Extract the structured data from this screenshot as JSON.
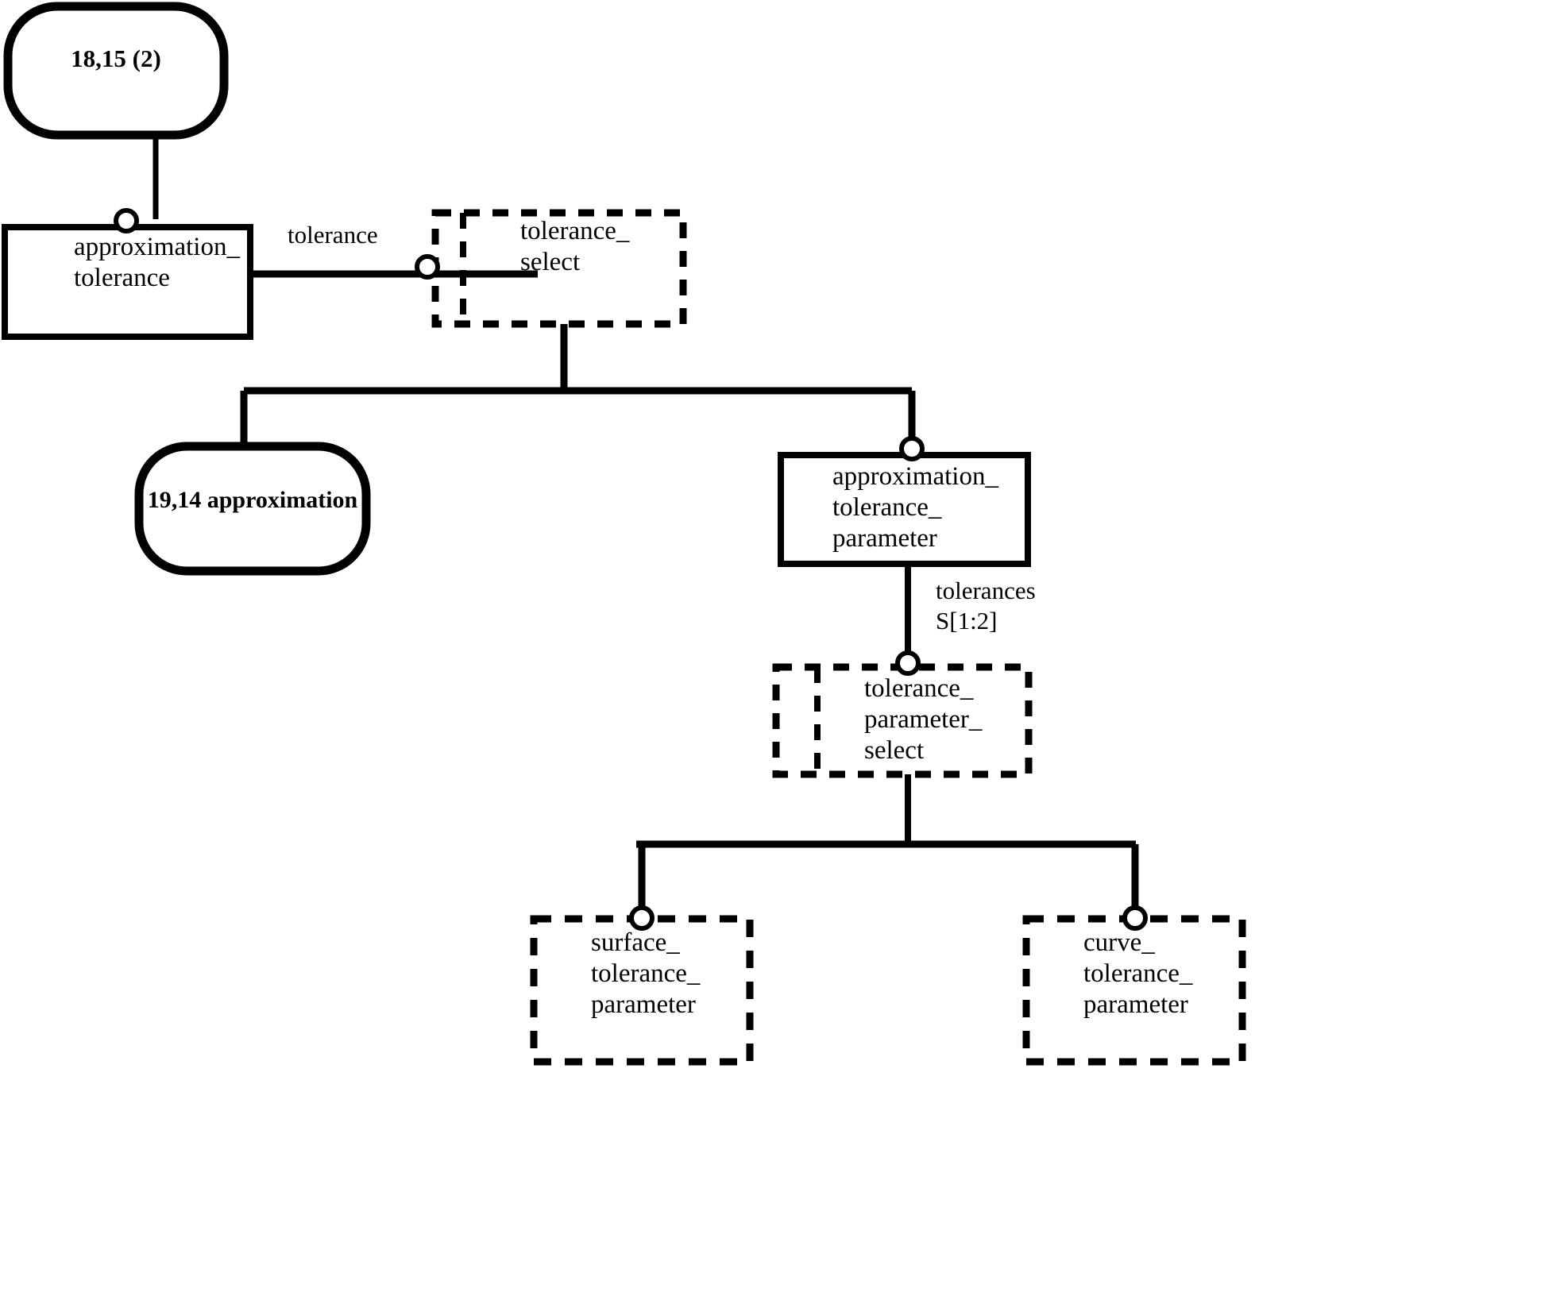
{
  "diagram": {
    "title": "EXPRESS-G entity relationship diagram",
    "notation": "EXPRESS-G",
    "background_color": "#ffffff",
    "line_color": "#000000"
  },
  "nodes": {
    "page_ref_top": {
      "label": "18,15 (2)",
      "shape": "rounded-rectangle",
      "style": "solid",
      "kind": "page-reference"
    },
    "approximation_tolerance": {
      "label": "approximation_\ntolerance",
      "shape": "rectangle",
      "style": "solid",
      "kind": "entity"
    },
    "tolerance_select": {
      "label": "tolerance_\nselect",
      "shape": "rectangle",
      "style": "dashed",
      "kind": "select-type"
    },
    "page_ref_approximation": {
      "label": "19,14 approximation",
      "shape": "rounded-rectangle",
      "style": "solid",
      "kind": "page-reference"
    },
    "approximation_tolerance_parameter": {
      "label": "approximation_\ntolerance_\nparameter",
      "shape": "rectangle",
      "style": "solid",
      "kind": "entity"
    },
    "tolerance_parameter_select": {
      "label": "tolerance_\nparameter_\nselect",
      "shape": "rectangle",
      "style": "dashed",
      "kind": "select-type"
    },
    "surface_tolerance_parameter": {
      "label": "surface_\ntolerance_\nparameter",
      "shape": "rectangle",
      "style": "dashed",
      "kind": "defined-type"
    },
    "curve_tolerance_parameter": {
      "label": "curve_\ntolerance_\nparameter",
      "shape": "rectangle",
      "style": "dashed",
      "kind": "defined-type"
    }
  },
  "edges": {
    "tolerance": {
      "label": "tolerance",
      "from": "approximation_tolerance",
      "to": "tolerance_select"
    },
    "tolerances": {
      "label": "tolerances\nS[1:2]",
      "from": "approximation_tolerance_parameter",
      "to": "tolerance_parameter_select"
    }
  }
}
